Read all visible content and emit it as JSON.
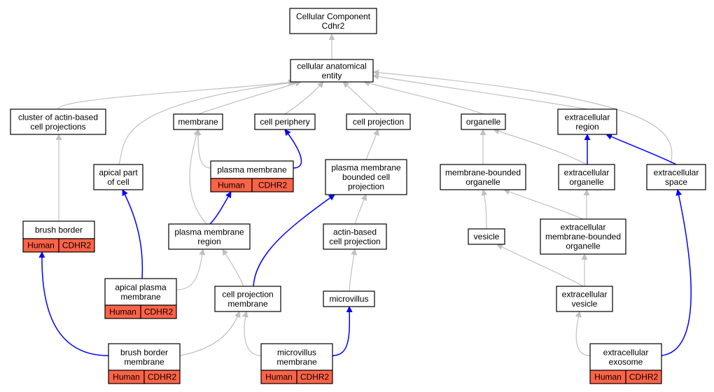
{
  "graph": {
    "colors": {
      "node_fill": "#ffffff",
      "node_stroke": "#000000",
      "annotation_fill": "#ff6347",
      "edge_is_a": "#c0c0c0",
      "edge_part_of": "#0000ff"
    },
    "nodes": [
      {
        "id": "root",
        "lines": [
          "Cellular Component",
          "Cdhr2"
        ]
      },
      {
        "id": "cae",
        "lines": [
          "cellular anatomical",
          "entity"
        ]
      },
      {
        "id": "cluster",
        "lines": [
          "cluster of actin-based",
          "cell projections"
        ]
      },
      {
        "id": "membrane",
        "lines": [
          "membrane"
        ]
      },
      {
        "id": "periphery",
        "lines": [
          "cell periphery"
        ]
      },
      {
        "id": "cellproj",
        "lines": [
          "cell projection"
        ]
      },
      {
        "id": "organelle",
        "lines": [
          "organelle"
        ]
      },
      {
        "id": "ecregion",
        "lines": [
          "extracellular",
          "region"
        ]
      },
      {
        "id": "apicalpart",
        "lines": [
          "apical part",
          "of cell"
        ]
      },
      {
        "id": "plasmamem",
        "lines": [
          "plasma membrane"
        ],
        "tags": [
          "Human",
          "CDHR2"
        ]
      },
      {
        "id": "pmbcp",
        "lines": [
          "plasma membrane",
          "bounded cell",
          "projection"
        ]
      },
      {
        "id": "mbo",
        "lines": [
          "membrane-bounded",
          "organelle"
        ]
      },
      {
        "id": "ecorg",
        "lines": [
          "extracellular",
          "organelle"
        ]
      },
      {
        "id": "ecspace",
        "lines": [
          "extracellular",
          "space"
        ]
      },
      {
        "id": "brushborder",
        "lines": [
          "brush border"
        ],
        "tags": [
          "Human",
          "CDHR2"
        ]
      },
      {
        "id": "pmregion",
        "lines": [
          "plasma membrane",
          "region"
        ]
      },
      {
        "id": "actinproj",
        "lines": [
          "actin-based",
          "cell projection"
        ]
      },
      {
        "id": "vesicle",
        "lines": [
          "vesicle"
        ]
      },
      {
        "id": "ecmbo",
        "lines": [
          "extracellular",
          "membrane-bounded",
          "organelle"
        ]
      },
      {
        "id": "apicalpm",
        "lines": [
          "apical plasma",
          "membrane"
        ],
        "tags": [
          "Human",
          "CDHR2"
        ]
      },
      {
        "id": "cpmem",
        "lines": [
          "cell projection",
          "membrane"
        ]
      },
      {
        "id": "microvillus",
        "lines": [
          "microvillus"
        ]
      },
      {
        "id": "ecvesicle",
        "lines": [
          "extracellular",
          "vesicle"
        ]
      },
      {
        "id": "bbmem",
        "lines": [
          "brush border",
          "membrane"
        ],
        "tags": [
          "Human",
          "CDHR2"
        ]
      },
      {
        "id": "mvmem",
        "lines": [
          "microvillus",
          "membrane"
        ],
        "tags": [
          "Human",
          "CDHR2"
        ]
      },
      {
        "id": "exosome",
        "lines": [
          "extracellular",
          "exosome"
        ],
        "tags": [
          "Human",
          "CDHR2"
        ]
      }
    ],
    "edges": [
      {
        "from": "cae",
        "to": "root",
        "rel": "is_a"
      },
      {
        "from": "cluster",
        "to": "cae",
        "rel": "is_a"
      },
      {
        "from": "membrane",
        "to": "cae",
        "rel": "is_a"
      },
      {
        "from": "periphery",
        "to": "cae",
        "rel": "is_a"
      },
      {
        "from": "cellproj",
        "to": "cae",
        "rel": "is_a"
      },
      {
        "from": "organelle",
        "to": "cae",
        "rel": "is_a"
      },
      {
        "from": "ecregion",
        "to": "cae",
        "rel": "is_a"
      },
      {
        "from": "apicalpart",
        "to": "cae",
        "rel": "is_a"
      },
      {
        "from": "ecspace",
        "to": "cae",
        "rel": "is_a"
      },
      {
        "from": "plasmamem",
        "to": "membrane",
        "rel": "is_a"
      },
      {
        "from": "plasmamem",
        "to": "periphery",
        "rel": "part_of"
      },
      {
        "from": "pmbcp",
        "to": "cellproj",
        "rel": "is_a"
      },
      {
        "from": "mbo",
        "to": "organelle",
        "rel": "is_a"
      },
      {
        "from": "ecorg",
        "to": "organelle",
        "rel": "is_a"
      },
      {
        "from": "ecorg",
        "to": "ecregion",
        "rel": "part_of"
      },
      {
        "from": "ecspace",
        "to": "ecregion",
        "rel": "part_of"
      },
      {
        "from": "brushborder",
        "to": "cluster",
        "rel": "is_a"
      },
      {
        "from": "pmregion",
        "to": "membrane",
        "rel": "is_a"
      },
      {
        "from": "pmregion",
        "to": "plasmamem",
        "rel": "part_of"
      },
      {
        "from": "actinproj",
        "to": "pmbcp",
        "rel": "is_a"
      },
      {
        "from": "vesicle",
        "to": "mbo",
        "rel": "is_a"
      },
      {
        "from": "ecmbo",
        "to": "mbo",
        "rel": "is_a"
      },
      {
        "from": "ecmbo",
        "to": "ecorg",
        "rel": "is_a"
      },
      {
        "from": "apicalpm",
        "to": "apicalpart",
        "rel": "part_of"
      },
      {
        "from": "apicalpm",
        "to": "pmregion",
        "rel": "is_a"
      },
      {
        "from": "cpmem",
        "to": "pmregion",
        "rel": "is_a"
      },
      {
        "from": "cpmem",
        "to": "pmbcp",
        "rel": "part_of"
      },
      {
        "from": "microvillus",
        "to": "actinproj",
        "rel": "is_a"
      },
      {
        "from": "ecvesicle",
        "to": "vesicle",
        "rel": "is_a"
      },
      {
        "from": "ecvesicle",
        "to": "ecmbo",
        "rel": "is_a"
      },
      {
        "from": "bbmem",
        "to": "brushborder",
        "rel": "part_of"
      },
      {
        "from": "bbmem",
        "to": "cpmem",
        "rel": "is_a"
      },
      {
        "from": "mvmem",
        "to": "cpmem",
        "rel": "is_a"
      },
      {
        "from": "mvmem",
        "to": "microvillus",
        "rel": "part_of"
      },
      {
        "from": "exosome",
        "to": "ecvesicle",
        "rel": "is_a"
      },
      {
        "from": "exosome",
        "to": "ecspace",
        "rel": "part_of"
      }
    ]
  }
}
